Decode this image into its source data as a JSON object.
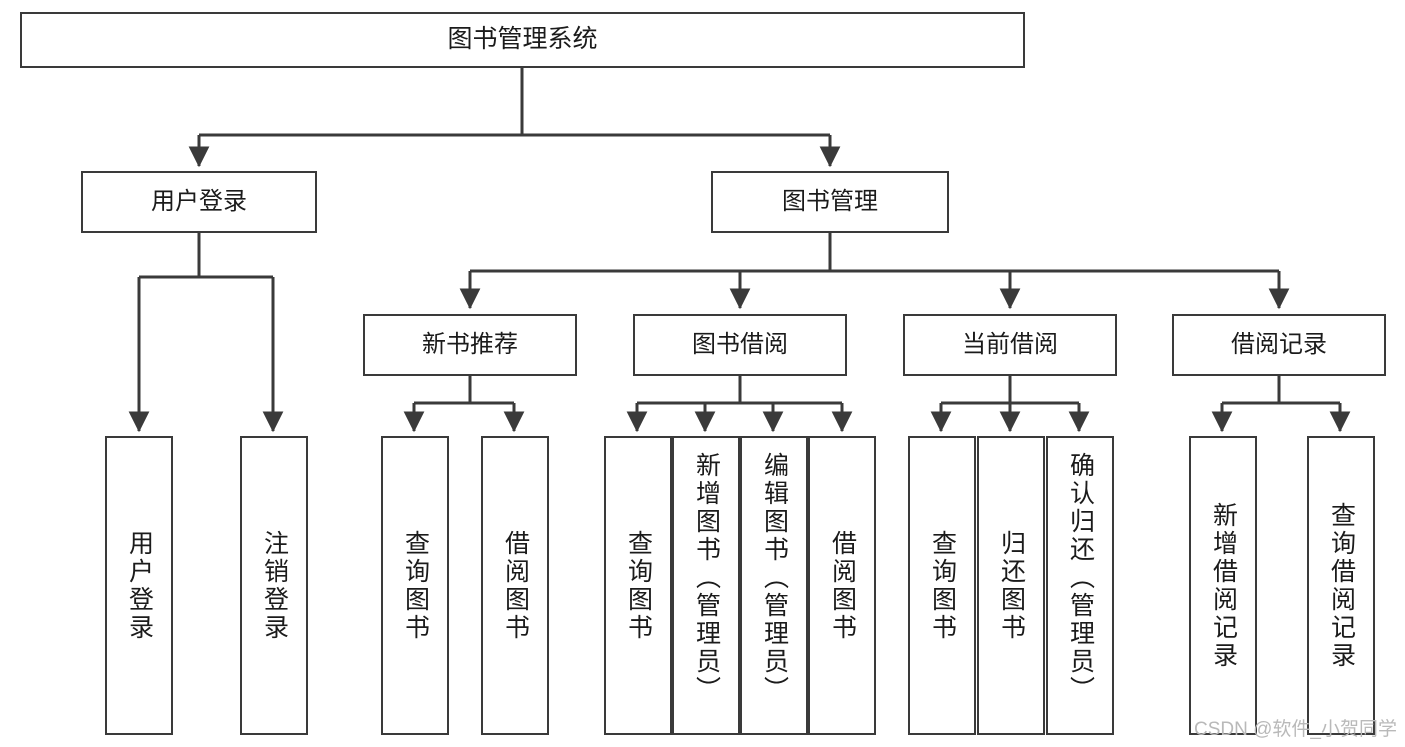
{
  "diagram": {
    "title": "图书管理系统",
    "type": "tree",
    "colors": {
      "node_border": "#3a3a3a",
      "node_fill": "#ffffff",
      "connector": "#3a3a3a",
      "text": "#1b1b1b",
      "watermark": "#b9b9b9",
      "background": "#ffffff"
    },
    "watermark": "CSDN @软件_小贺同学",
    "nodes": {
      "root": {
        "label": "图书管理系统"
      },
      "level1": [
        {
          "id": "user-login",
          "label": "用户登录"
        },
        {
          "id": "book-management",
          "label": "图书管理"
        }
      ],
      "level2": [
        {
          "id": "new-book-recommend",
          "label": "新书推荐",
          "parent": "book-management"
        },
        {
          "id": "book-borrow",
          "label": "图书借阅",
          "parent": "book-management"
        },
        {
          "id": "current-borrow",
          "label": "当前借阅",
          "parent": "book-management"
        },
        {
          "id": "borrow-record",
          "label": "借阅记录",
          "parent": "book-management"
        }
      ],
      "leaves": [
        {
          "id": "leaf-user-login",
          "label": "用户登录",
          "parent": "user-login"
        },
        {
          "id": "leaf-user-logout",
          "label": "注销登录",
          "parent": "user-login"
        },
        {
          "id": "leaf-query-book-1",
          "label": "查询图书",
          "parent": "new-book-recommend"
        },
        {
          "id": "leaf-borrow-book-1",
          "label": "借阅图书",
          "parent": "new-book-recommend"
        },
        {
          "id": "leaf-query-book-2",
          "label": "查询图书",
          "parent": "book-borrow"
        },
        {
          "id": "leaf-add-book",
          "label": "新增图书（管理员）",
          "parent": "book-borrow"
        },
        {
          "id": "leaf-edit-book",
          "label": "编辑图书（管理员）",
          "parent": "book-borrow"
        },
        {
          "id": "leaf-borrow-book-2",
          "label": "借阅图书",
          "parent": "book-borrow"
        },
        {
          "id": "leaf-query-book-3",
          "label": "查询图书",
          "parent": "current-borrow"
        },
        {
          "id": "leaf-return-book",
          "label": "归还图书",
          "parent": "current-borrow"
        },
        {
          "id": "leaf-confirm-return",
          "label": "确认归还（管理员）",
          "parent": "current-borrow"
        },
        {
          "id": "leaf-add-record",
          "label": "新增借阅记录",
          "parent": "borrow-record"
        },
        {
          "id": "leaf-query-record",
          "label": "查询借阅记录",
          "parent": "borrow-record"
        }
      ]
    }
  }
}
